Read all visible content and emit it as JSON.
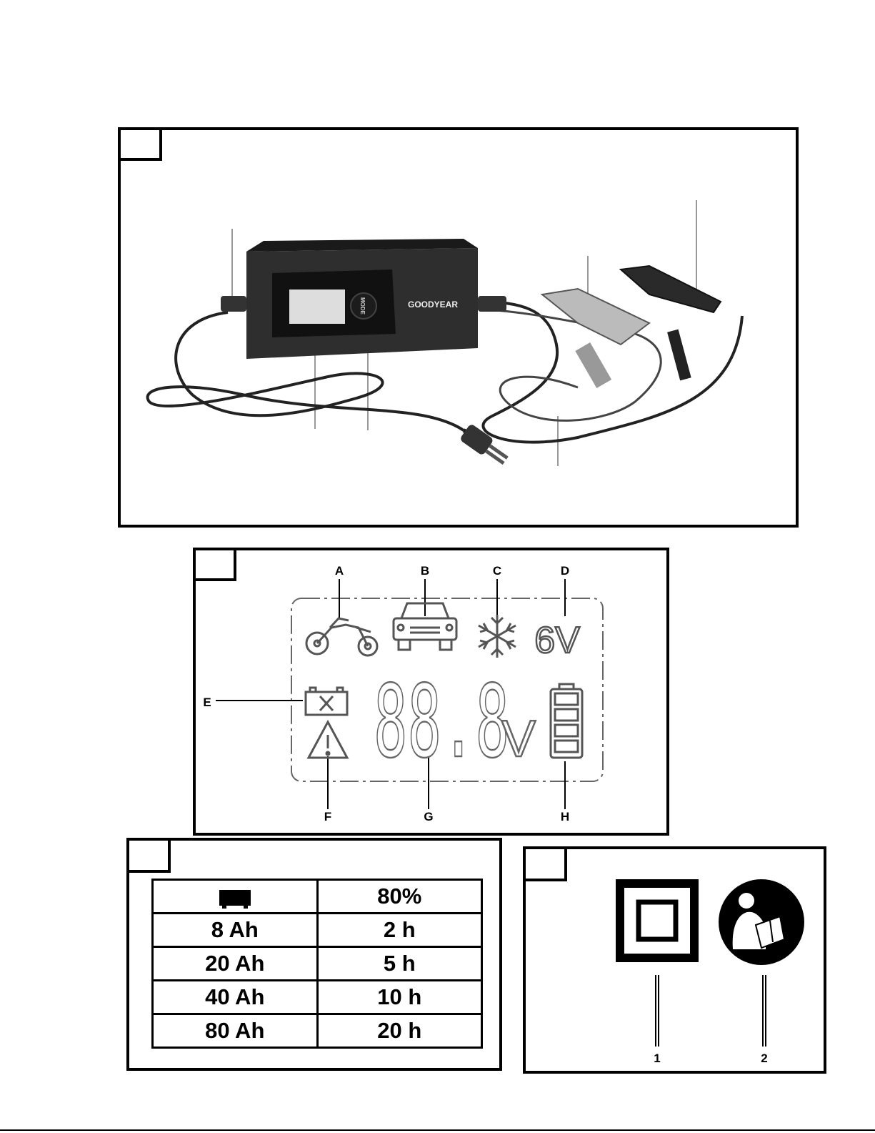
{
  "figure2": {
    "callouts": {
      "a": "A",
      "b": "B",
      "c": "C",
      "d": "D",
      "e": "E",
      "f": "F",
      "g": "G",
      "h": "H"
    },
    "lcd_voltage_mode": "6V",
    "lcd_digits": "88.8",
    "lcd_unit": "V"
  },
  "figure1": {
    "brand_logo": "GOODYEAR",
    "mode_button_text": "MODE"
  },
  "figure3": {
    "header": {
      "icon": "battery-icon",
      "value": "80%"
    },
    "rows": [
      {
        "capacity": "8 Ah",
        "time": "2 h"
      },
      {
        "capacity": "20 Ah",
        "time": "5 h"
      },
      {
        "capacity": "40 Ah",
        "time": "10 h"
      },
      {
        "capacity": "80 Ah",
        "time": "20 h"
      }
    ]
  },
  "figure4": {
    "callouts": {
      "one": "1",
      "two": "2"
    },
    "icons": [
      "class-ii-double-insulation-icon",
      "read-manual-icon"
    ]
  }
}
